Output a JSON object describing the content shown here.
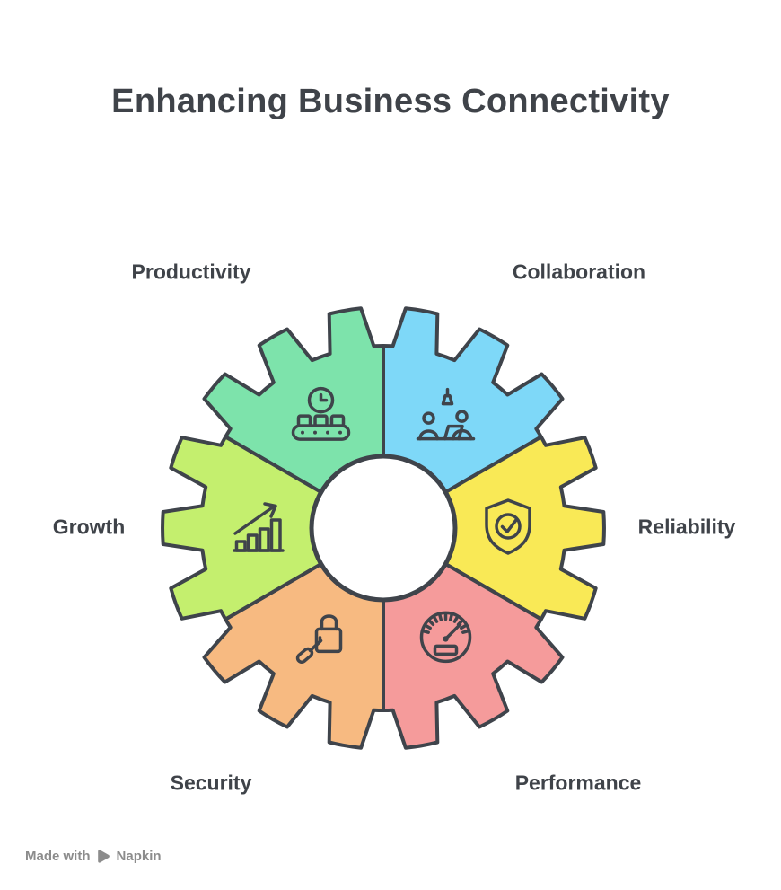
{
  "title": "Enhancing Business Connectivity",
  "footer": {
    "made_with": "Made with",
    "brand": "Napkin"
  },
  "colors": {
    "background": "#FFFFFF",
    "outline": "#3F444B",
    "center_fill": "#FFFFFF",
    "label_text": "#3F4349",
    "footer_text": "#8C8C8C"
  },
  "segments": [
    {
      "label": "Productivity",
      "color": "#7DE3AB",
      "icon": "clock-conveyor-icon"
    },
    {
      "label": "Collaboration",
      "color": "#7ED8F8",
      "icon": "people-collaboration-icon"
    },
    {
      "label": "Reliability",
      "color": "#F9E956",
      "icon": "shield-check-icon"
    },
    {
      "label": "Performance",
      "color": "#F59B9B",
      "icon": "speedometer-icon"
    },
    {
      "label": "Security",
      "color": "#F7BA81",
      "icon": "lock-key-icon"
    },
    {
      "label": "Growth",
      "color": "#C4EF6E",
      "icon": "growth-chart-icon"
    }
  ]
}
